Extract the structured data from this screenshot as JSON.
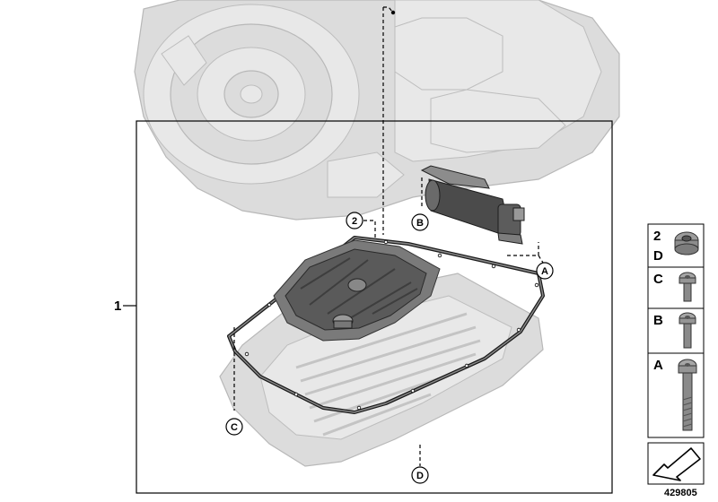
{
  "diagram": {
    "main_group_label": "1",
    "callouts": {
      "c2": "2",
      "cB": "B",
      "cA": "A",
      "cC": "C",
      "cD": "D"
    },
    "side_panel": {
      "row1_top": "2",
      "row1_bottom": "D",
      "row2": "C",
      "row3": "B",
      "row4": "A"
    },
    "part_number": "429805"
  }
}
